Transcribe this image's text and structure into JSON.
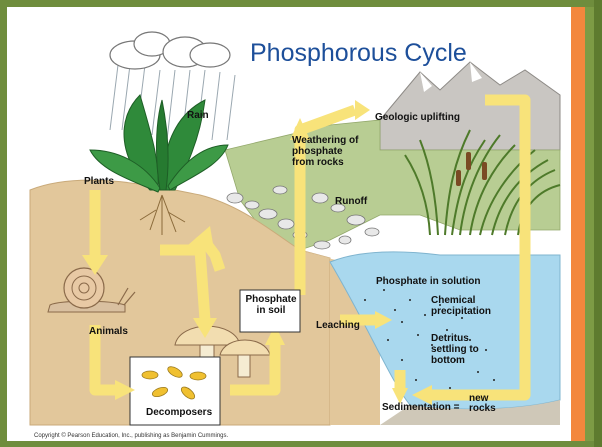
{
  "title": "Phosphorous Cycle",
  "labels": {
    "rain": "Rain",
    "geologic_uplifting": "Geologic uplifting",
    "weathering_line1": "Weathering of",
    "weathering_line2": "phosphate",
    "weathering_line3": "from rocks",
    "plants": "Plants",
    "runoff": "Runoff",
    "phosphate_in_solution": "Phosphate in solution",
    "chemical_line1": "Chemical",
    "chemical_line2": "precipitation",
    "phosphate_soil_line1": "Phosphate",
    "phosphate_soil_line2": "in soil",
    "leaching": "Leaching",
    "animals": "Animals",
    "detritus_line1": "Detritus",
    "detritus_line2": "settling to",
    "detritus_line3": "bottom",
    "decomposers": "Decomposers",
    "sedimentation": "Sedimentation =",
    "new": "new",
    "rocks": "rocks"
  },
  "copyright": "Copyright © Pearson Education, Inc., publishing as Benjamin Cummings."
}
